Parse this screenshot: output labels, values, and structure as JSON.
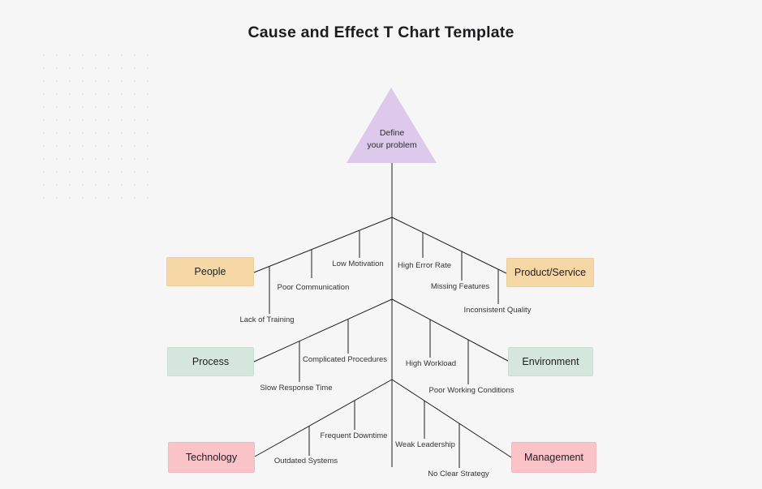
{
  "title": "Cause and Effect T Chart Template",
  "problem": {
    "label": "Define\nyour problem"
  },
  "colors": {
    "background": "#f6f6f7",
    "line": "#1f1f1f",
    "triangle": "#dcc9ec",
    "row1_box": "#f6d7a6",
    "row2_box": "#d5e7dd",
    "row3_box": "#f9c3c8",
    "text": "#1c1c1e"
  },
  "categories": [
    {
      "label": "People",
      "side": "left",
      "row": 1,
      "color": "#f6d7a6",
      "causes": [
        "Low Motivation",
        "Poor Communication",
        "Lack of Training"
      ]
    },
    {
      "label": "Product/Service",
      "side": "right",
      "row": 1,
      "color": "#f6d7a6",
      "causes": [
        "High Error Rate",
        "Missing Features",
        "Inconsistent Quality"
      ]
    },
    {
      "label": "Process",
      "side": "left",
      "row": 2,
      "color": "#d5e7dd",
      "causes": [
        "Complicated Procedures",
        "Slow Response Time"
      ]
    },
    {
      "label": "Environment",
      "side": "right",
      "row": 2,
      "color": "#d5e7dd",
      "causes": [
        "High Workload",
        "Poor Working Conditions"
      ]
    },
    {
      "label": "Technology",
      "side": "left",
      "row": 3,
      "color": "#f9c3c8",
      "causes": [
        "Frequent Downtime",
        "Outdated Systems"
      ]
    },
    {
      "label": "Management",
      "side": "right",
      "row": 3,
      "color": "#f9c3c8",
      "causes": [
        "Weak Leadership",
        "No Clear Strategy"
      ]
    }
  ]
}
